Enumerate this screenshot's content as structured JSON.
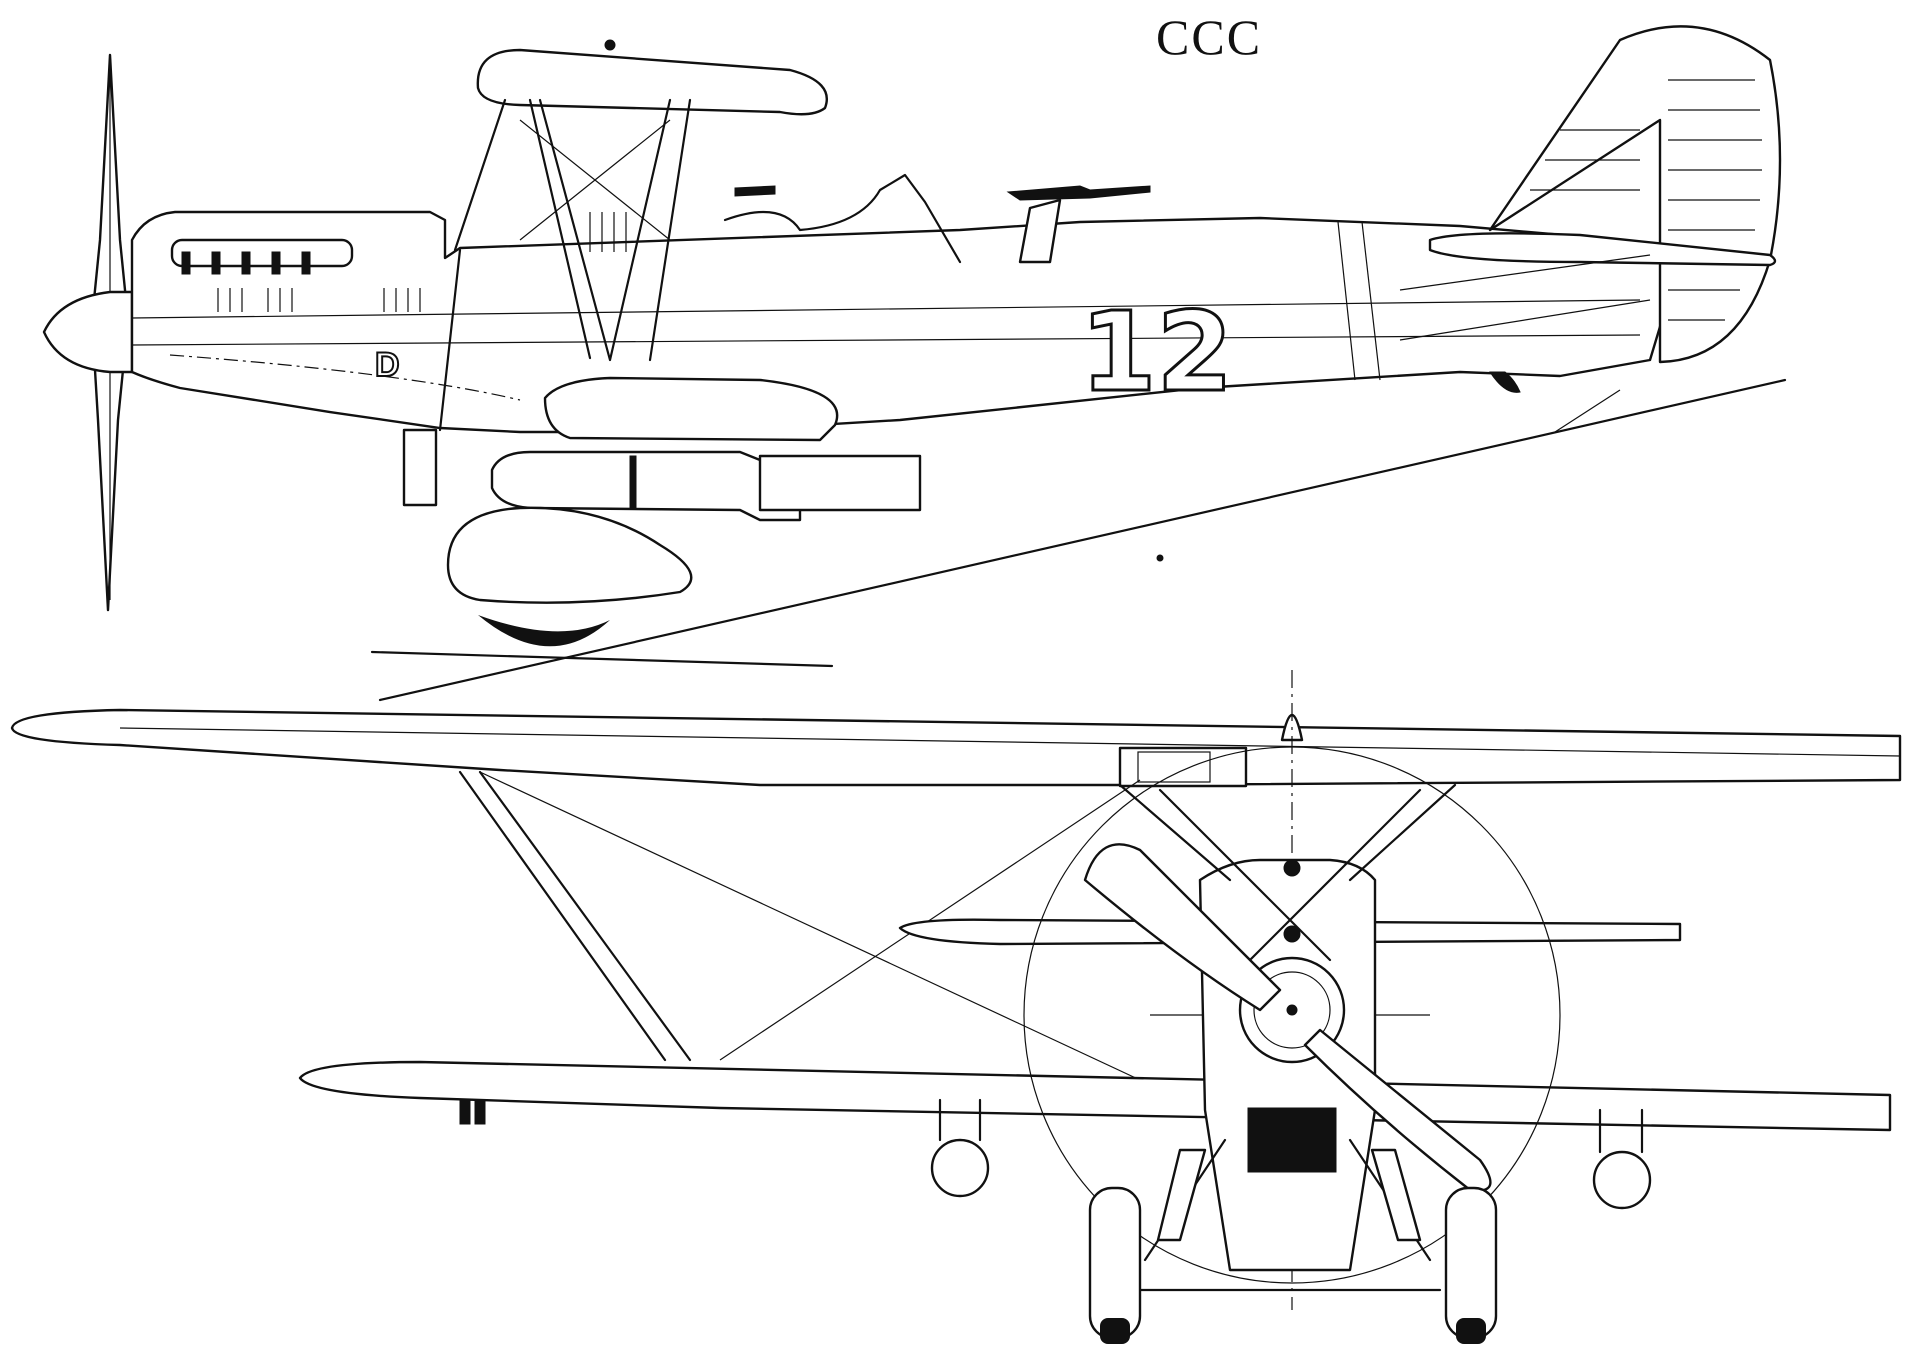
{
  "title": "CCC",
  "side_view": {
    "fuselage_number": "12",
    "cowling_marking": "D"
  }
}
